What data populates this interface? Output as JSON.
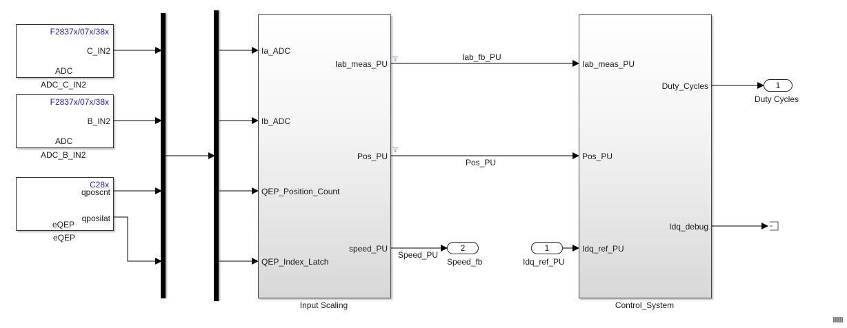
{
  "blocks": {
    "adc_c": {
      "target": "F2837x/07x/38x",
      "port": "C_IN2",
      "type": "ADC",
      "name": "ADC_C_IN2"
    },
    "adc_b": {
      "target": "F2837x/07x/38x",
      "port": "B_IN2",
      "type": "ADC",
      "name": "ADC_B_IN2"
    },
    "eqep": {
      "target": "C28x",
      "port_1": "qposcnt",
      "port_2": "qposilat",
      "type": "eQEP",
      "name": "eQEP"
    },
    "input_scaling": {
      "name": "Input Scaling",
      "inputs": [
        "Ia_ADC",
        "Ib_ADC",
        "QEP_Position_Count",
        "QEP_Index_Latch"
      ],
      "outputs": [
        "Iab_meas_PU",
        "Pos_PU",
        "speed_PU"
      ]
    },
    "control_system": {
      "name": "Control_System",
      "inputs": [
        "Iab_meas_PU",
        "Pos_PU",
        "Idq_ref_PU"
      ],
      "outputs": [
        "Duty_Cycles",
        "Idq_debug"
      ]
    },
    "outport_duty": {
      "number": "1",
      "name": "Duty Cycles"
    },
    "outport_speed": {
      "number": "2",
      "name": "Speed_fb"
    },
    "inport_idq": {
      "number": "1",
      "name": "Idq_ref_PU"
    }
  },
  "signals": {
    "iab_fb": "Iab_fb_PU",
    "pos": "Pos_PU",
    "speed": "Speed_PU"
  },
  "icons": {
    "logging": "signal-logging-icon",
    "terminator": "terminator-icon",
    "status": "status-bar-icon"
  }
}
